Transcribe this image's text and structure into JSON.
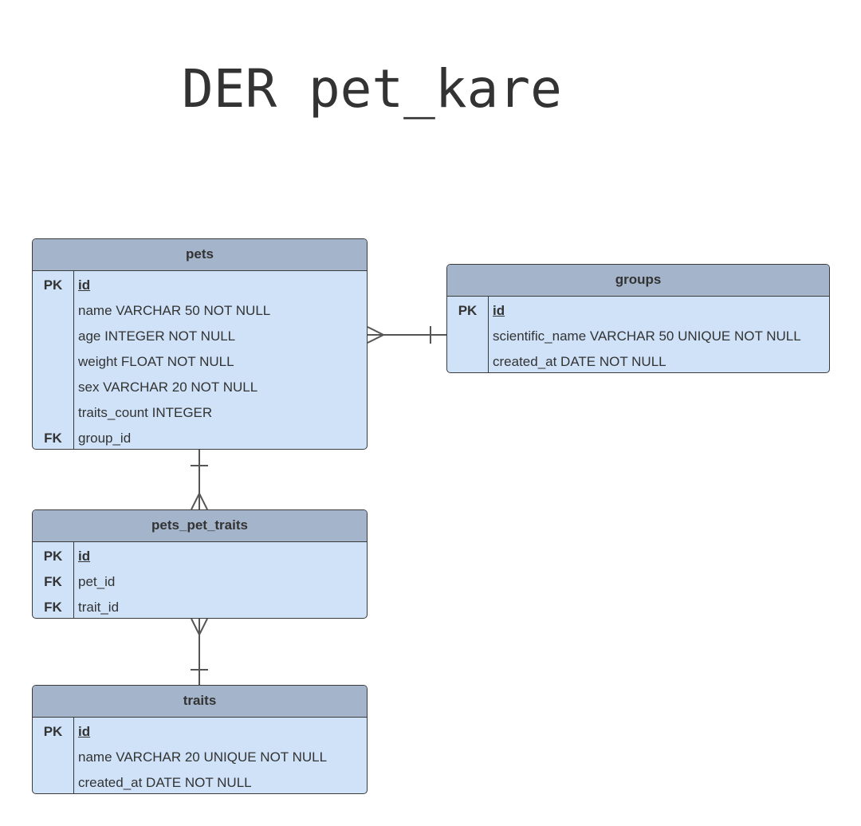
{
  "title": "DER pet_kare",
  "entities": {
    "pets": {
      "name": "pets",
      "rows": [
        {
          "key": "PK",
          "field": "id",
          "pk": true
        },
        {
          "key": "",
          "field": "name VARCHAR 50 NOT NULL"
        },
        {
          "key": "",
          "field": "age INTEGER NOT NULL"
        },
        {
          "key": "",
          "field": "weight FLOAT NOT NULL"
        },
        {
          "key": "",
          "field": "sex VARCHAR 20 NOT NULL"
        },
        {
          "key": "",
          "field": "traits_count INTEGER"
        },
        {
          "key": "FK",
          "field": "group_id"
        }
      ]
    },
    "groups": {
      "name": "groups",
      "rows": [
        {
          "key": "PK",
          "field": "id",
          "pk": true
        },
        {
          "key": "",
          "field": "scientific_name VARCHAR 50 UNIQUE NOT NULL"
        },
        {
          "key": "",
          "field": "created_at DATE NOT NULL"
        }
      ]
    },
    "pets_pet_traits": {
      "name": "pets_pet_traits",
      "rows": [
        {
          "key": "PK",
          "field": "id",
          "pk": true
        },
        {
          "key": "FK",
          "field": "pet_id"
        },
        {
          "key": "FK",
          "field": "trait_id"
        }
      ]
    },
    "traits": {
      "name": "traits",
      "rows": [
        {
          "key": "PK",
          "field": "id",
          "pk": true
        },
        {
          "key": "",
          "field": "name VARCHAR 20 UNIQUE NOT NULL"
        },
        {
          "key": "",
          "field": "created_at DATE NOT NULL"
        }
      ]
    }
  },
  "relationships": [
    {
      "from": "pets",
      "from_cardinality": "many",
      "to": "groups",
      "to_cardinality": "one"
    },
    {
      "from": "pets",
      "from_cardinality": "one",
      "to": "pets_pet_traits",
      "to_cardinality": "many"
    },
    {
      "from": "pets_pet_traits",
      "from_cardinality": "many",
      "to": "traits",
      "to_cardinality": "one"
    }
  ],
  "colors": {
    "header": "#a4b4ca",
    "body": "#cfe2f8",
    "border": "#3a3a3a",
    "text": "#333333"
  }
}
